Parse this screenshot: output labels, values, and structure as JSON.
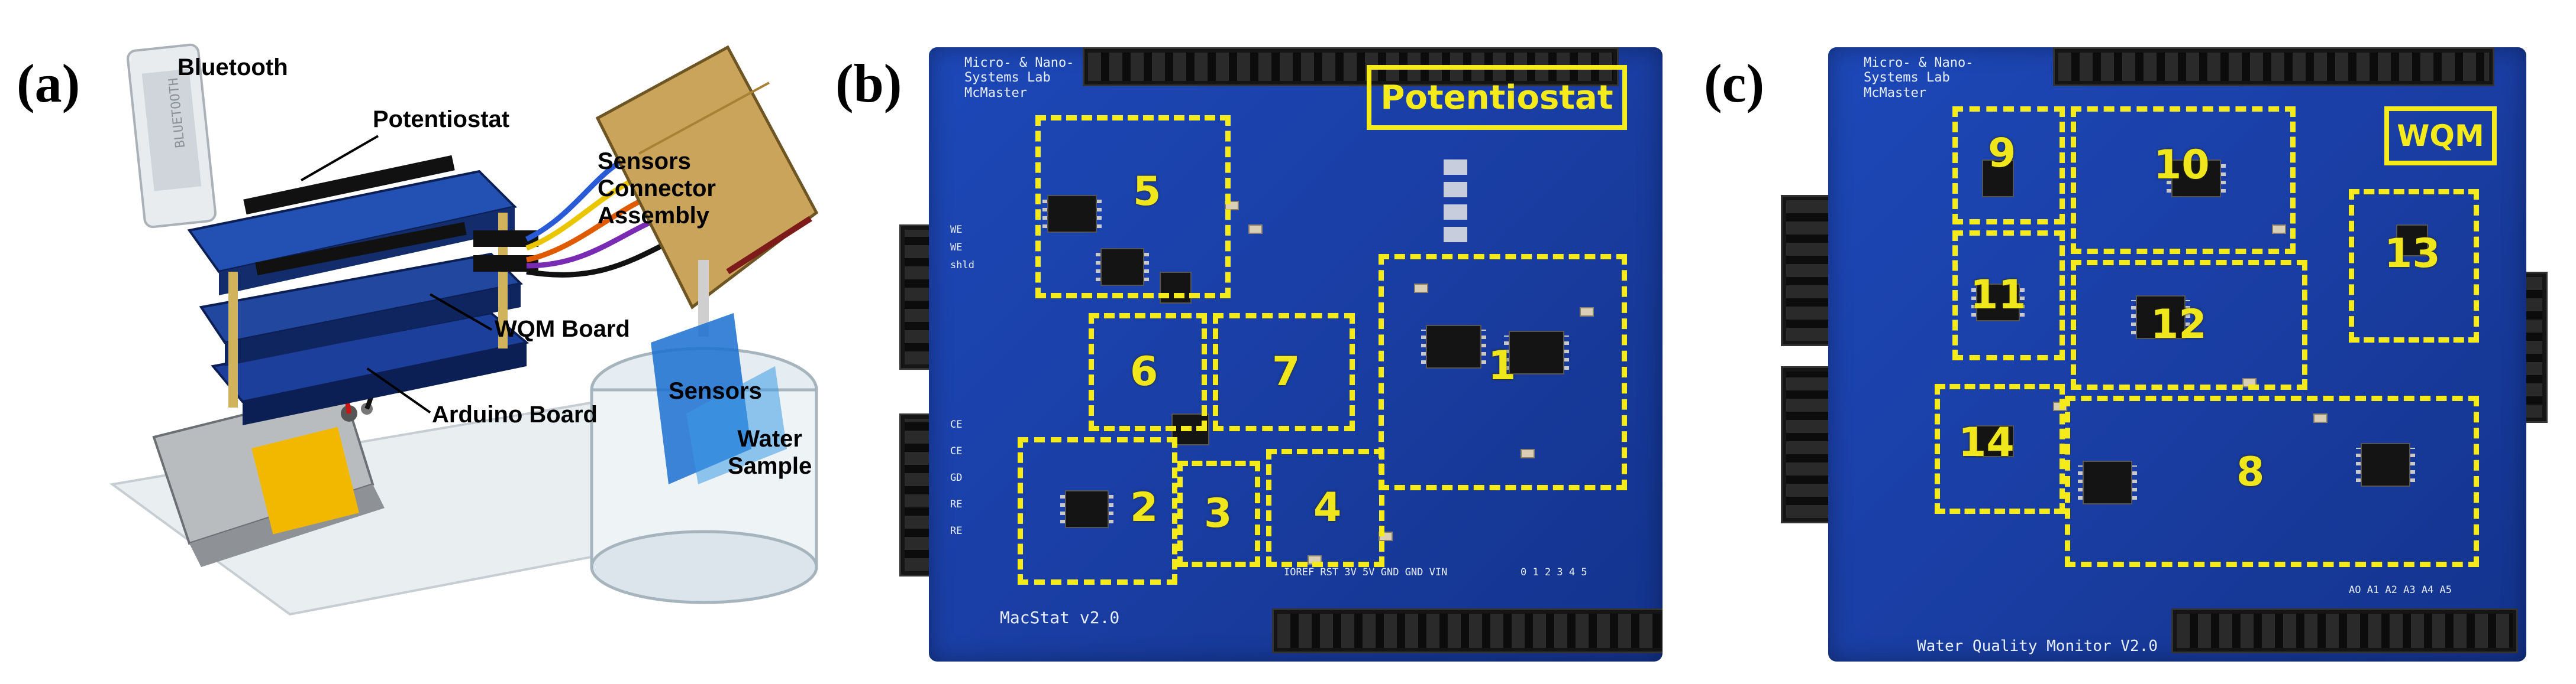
{
  "panels": {
    "a": {
      "letter": "(a)",
      "labels": {
        "bluetooth": "Bluetooth",
        "potentiostat": "Potentiostat",
        "sensors_connector_line1": "Sensors",
        "sensors_connector_line2": "Connector",
        "sensors_connector_line3": "Assembly",
        "wqm_board": "WQM Board",
        "arduino_board": "Arduino Board",
        "sensors": "Sensors",
        "water_sample_line1": "Water",
        "water_sample_line2": "Sample"
      },
      "module_text": "BLUETOOTH"
    },
    "b": {
      "letter": "(b)",
      "title_box": "Potentiostat",
      "silk_top": "Micro- & Nano-\nSystems Lab\nMcMaster",
      "silk_bottom": "MacStat v2.0",
      "silk_left": [
        "WE",
        "WE",
        "shld",
        "CE",
        "CE",
        "GD",
        "RE",
        "RE"
      ],
      "silk_power": "IOREF RST 3V 5V GND GND VIN",
      "silk_analog": "0 1 2 3 4 5",
      "regions": [
        "5",
        "6",
        "7",
        "1",
        "2",
        "3",
        "4"
      ]
    },
    "c": {
      "letter": "(c)",
      "title_box": "WQM",
      "silk_top": "Micro- & Nano-\nSystems Lab\nMcMaster",
      "silk_bottom": "Water Quality Monitor V2.0",
      "silk_bottom_right": "AO A1 A2 A3 A4 A5",
      "regions": [
        "9",
        "10",
        "13",
        "11",
        "12",
        "14",
        "8"
      ]
    }
  }
}
